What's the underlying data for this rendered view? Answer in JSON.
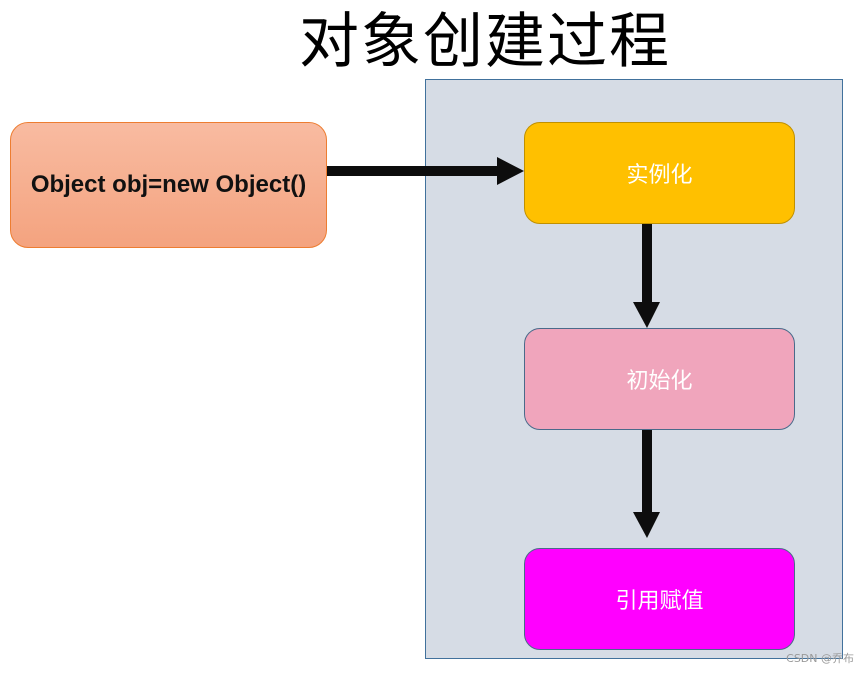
{
  "diagram": {
    "title": "对象创建过程",
    "code_label": "Object obj=new Object()",
    "steps": [
      "实例化",
      "初始化",
      "引用赋值"
    ],
    "watermark": "CSDN @乔布"
  },
  "colors": {
    "panel": "#d6dce5",
    "code_box": "#f4a37f",
    "step_instantiate": "#ffc000",
    "step_initialize": "#f0a5bc",
    "step_assign": "#ff00ff",
    "arrow": "#0d0d0d"
  }
}
